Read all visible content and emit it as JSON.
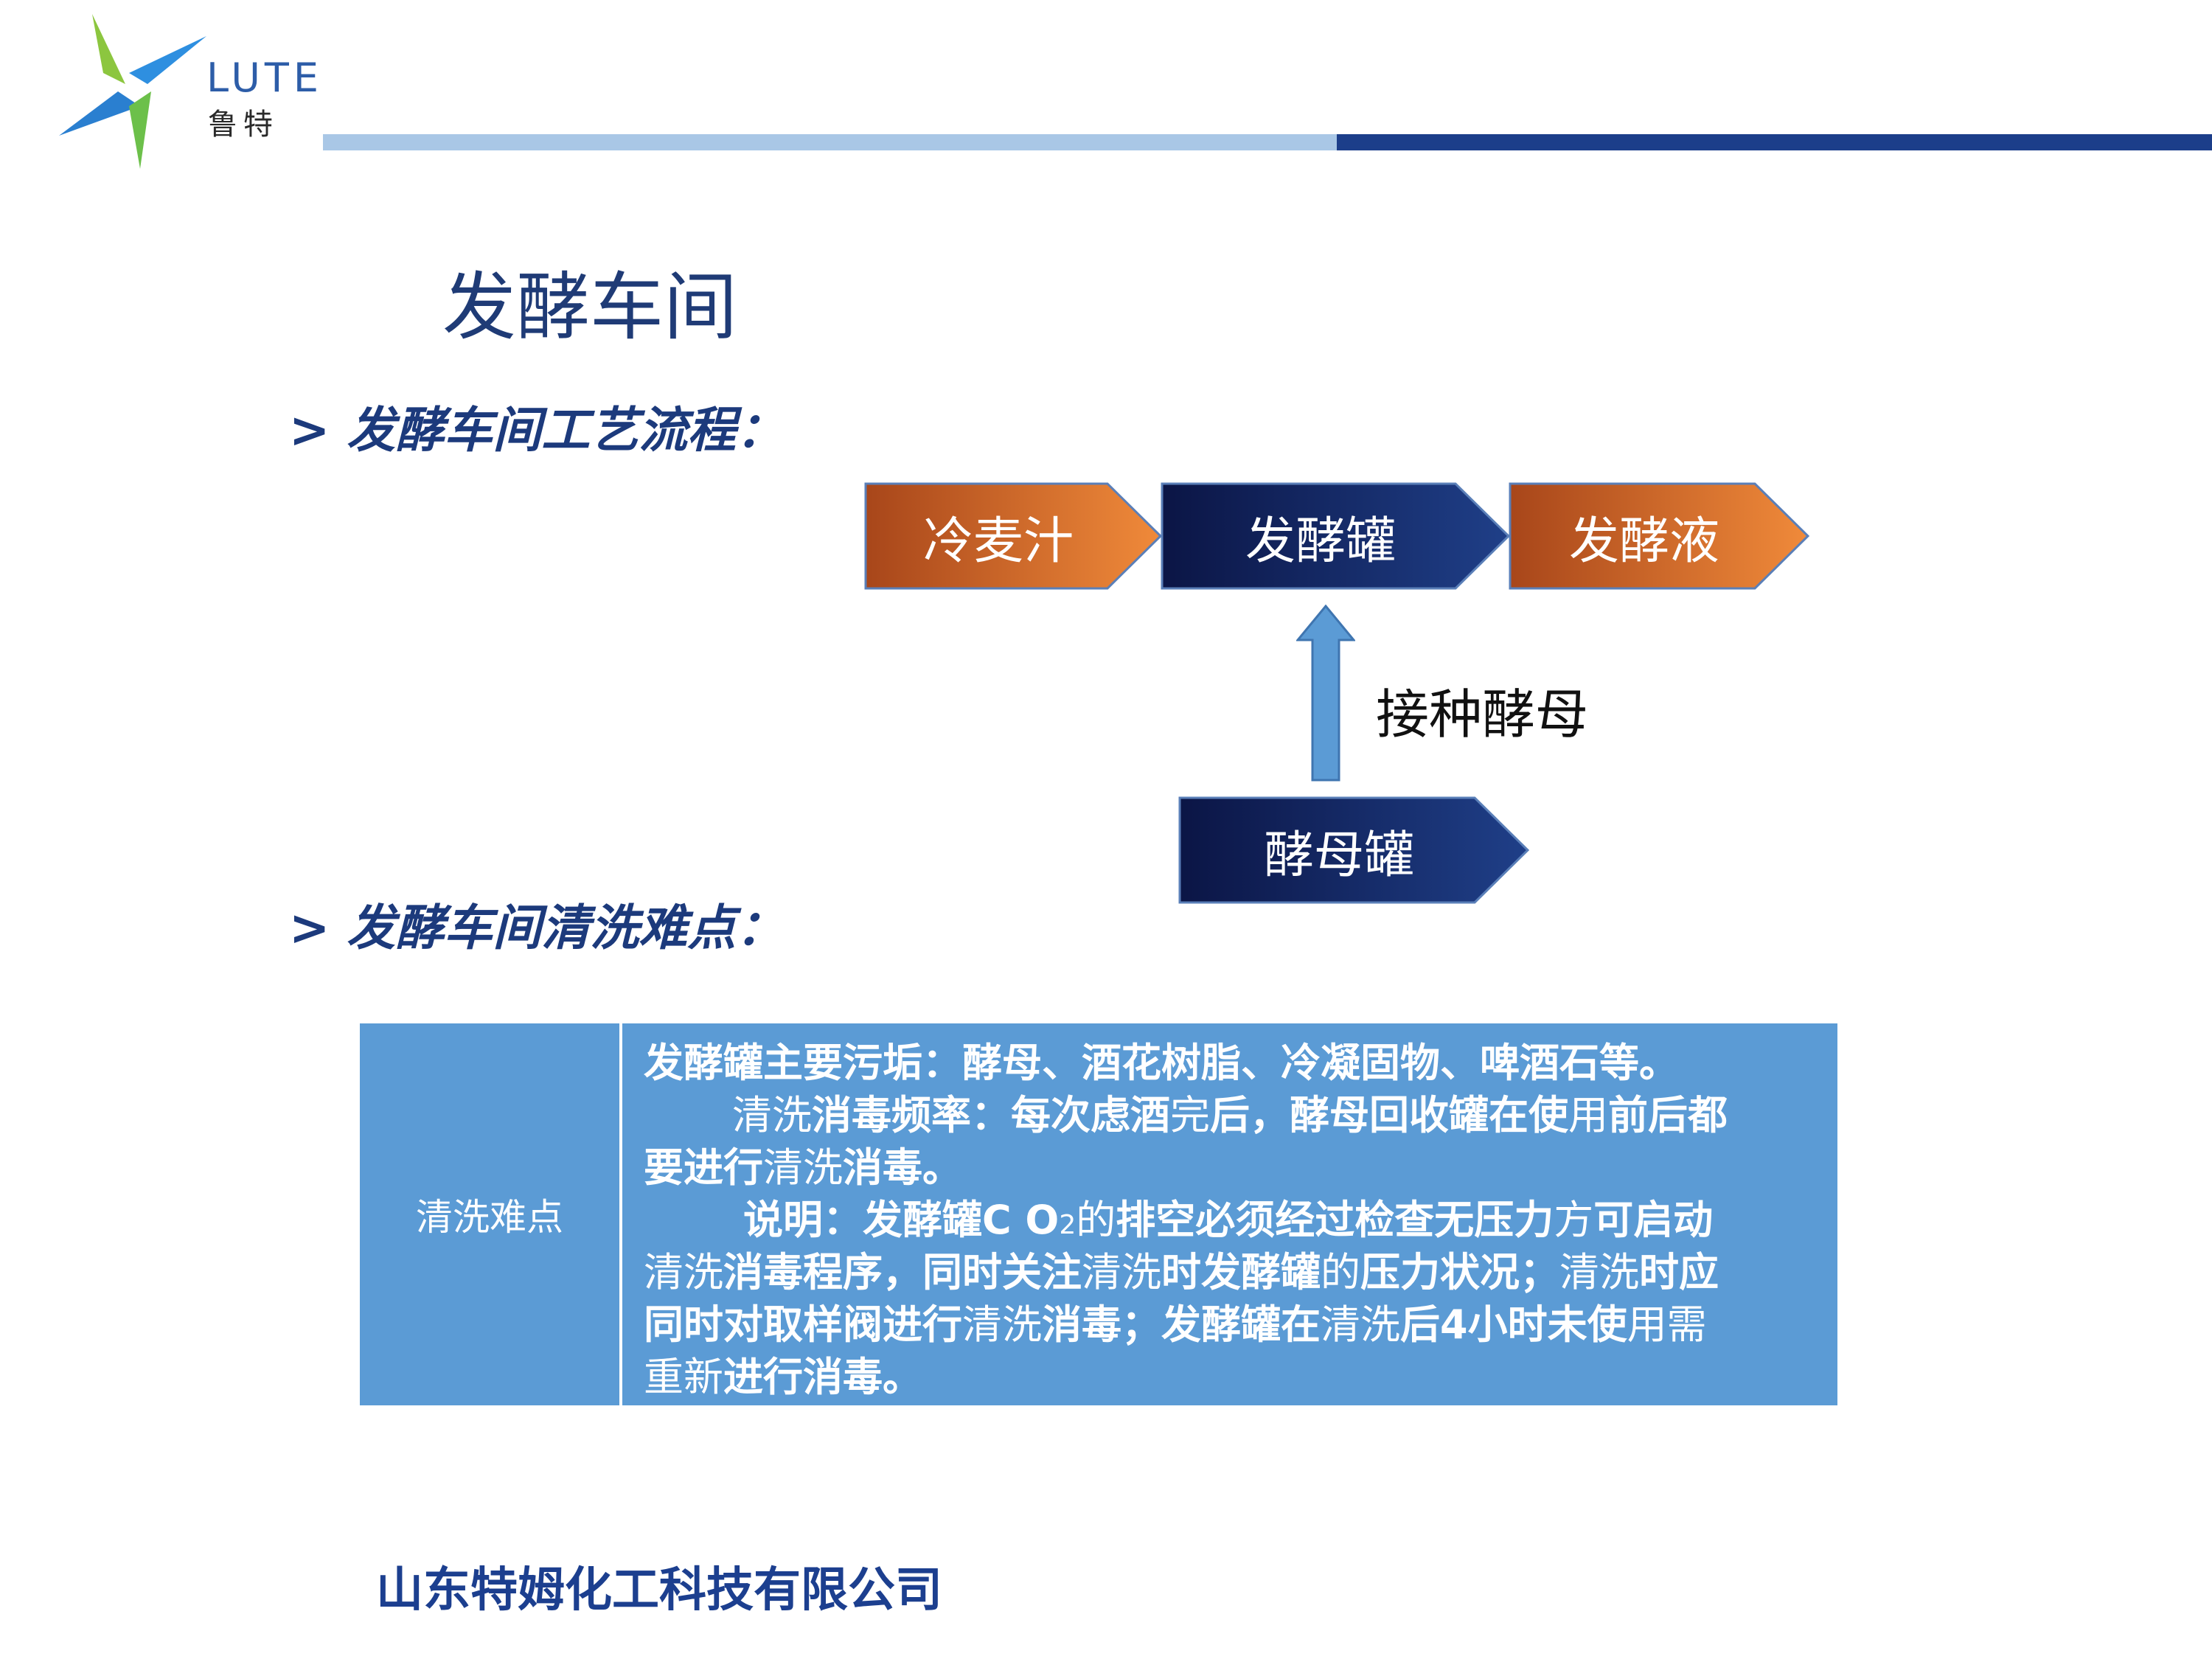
{
  "logo": {
    "text_en": "LUTE",
    "text_cn": "鲁特"
  },
  "page_title": "发酵车间",
  "sections": {
    "process_heading": "> 发酵车间工艺流程：",
    "difficulty_heading": "> 发酵车间清洗难点："
  },
  "flow": {
    "cold_wort": "冷麦汁",
    "fermenter": "发酵罐",
    "fermented_liquid": "发酵液",
    "yeast_tank": "酵母罐",
    "inoculate": "接种酵母"
  },
  "table": {
    "label": "清洗难点",
    "l1": "发酵罐主要污垢：酵母、酒花树脂、冷凝固物、啤酒石等。",
    "l2a": "清洗",
    "l2b": "消毒频率：每次虑酒",
    "l2c": "完",
    "l2d": "后，酵母回收罐在使",
    "l2e": "用",
    "l2f": "前后都",
    "l3a": "要进行",
    "l3b": "清洗",
    "l3c": "消毒。",
    "l4a": "说明：发酵罐C O",
    "l4sub": "2",
    "l4b": "的",
    "l4c": "排空必须经过检查无压力",
    "l4d": "方",
    "l4e": "可启动",
    "l5a": "清洗",
    "l5b": "消毒程序，同时关注",
    "l5c": "清洗",
    "l5d": "时发酵罐",
    "l5e": "的",
    "l5f": "压力状况；",
    "l5g": "清洗",
    "l5h": "时应",
    "l6a": "同时对取样阀进行",
    "l6b": "清洗",
    "l6c": "消毒；发酵罐在",
    "l6d": "清洗",
    "l6e": "后4小时未使",
    "l6f": "用需",
    "l7a": "重新",
    "l7b": "进行消毒。"
  },
  "footer": {
    "company": "山东特姆化工科技有限公司"
  },
  "colors": {
    "orange_dark": "#a8461a",
    "orange_light": "#f08a3a",
    "navy_dark": "#0b1545",
    "navy_light": "#1f3f88",
    "table_blue": "#5b9bd5",
    "bar_light": "#a9c7e6",
    "bar_dark": "#1c3e8a"
  }
}
